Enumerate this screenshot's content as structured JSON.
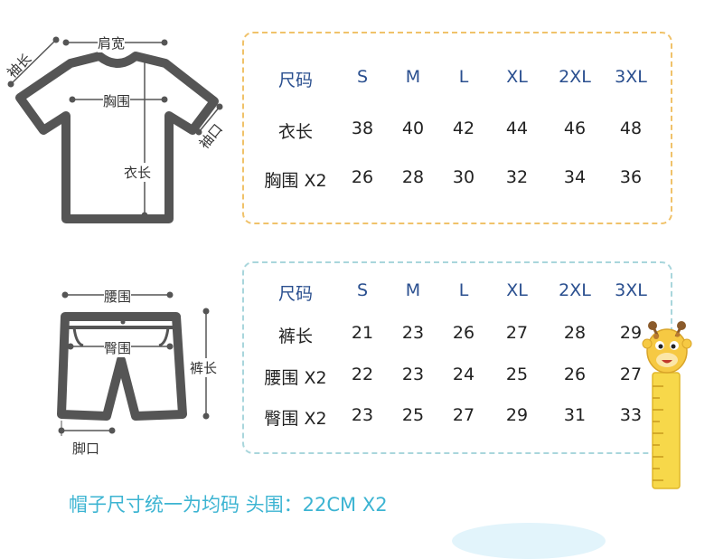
{
  "top_table": {
    "header": [
      "尺码",
      "S",
      "M",
      "L",
      "XL",
      "2XL",
      "3XL"
    ],
    "rows": [
      [
        "衣长",
        "38",
        "40",
        "42",
        "44",
        "46",
        "48"
      ],
      [
        "胸围 X2",
        "26",
        "28",
        "30",
        "32",
        "34",
        "36"
      ]
    ]
  },
  "bottom_table": {
    "header": [
      "尺码",
      "S",
      "M",
      "L",
      "XL",
      "2XL",
      "3XL"
    ],
    "rows": [
      [
        "裤长",
        "21",
        "23",
        "26",
        "27",
        "28",
        "29"
      ],
      [
        "腰围 X2",
        "22",
        "23",
        "24",
        "25",
        "26",
        "27"
      ],
      [
        "臀围 X2",
        "23",
        "25",
        "27",
        "29",
        "31",
        "33"
      ]
    ]
  },
  "shirt_labels": {
    "shoulder": "肩宽",
    "sleeve_length": "袖长",
    "chest": "胸围",
    "length": "衣长",
    "cuff": "袖口"
  },
  "pants_labels": {
    "waist": "腰围",
    "hip": "臀围",
    "length": "裤长",
    "leg_opening": "脚口"
  },
  "footer": {
    "note": "帽子尺寸统一为均码 头围：22CM X2"
  },
  "colors": {
    "header": "#2a4f8f",
    "footer": "#3cb4d2",
    "box_top": "#f0c26a",
    "box_bottom": "#a9d6dc"
  }
}
